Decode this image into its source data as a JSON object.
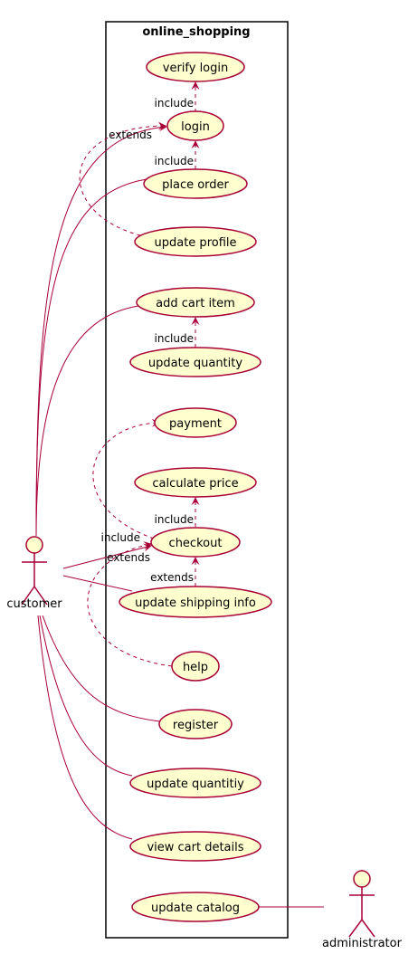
{
  "system": {
    "title": "online_shopping"
  },
  "actors": {
    "customer": "customer",
    "administrator": "administrator"
  },
  "usecases": {
    "verify_login": "verify login",
    "login": "login",
    "place_order": "place order",
    "update_profile": "update profile",
    "add_cart_item": "add cart item",
    "update_quantity": "update quantity",
    "payment": "payment",
    "calculate_price": "calculate price",
    "checkout": "checkout",
    "update_shipping_info": "update shipping info",
    "help": "help",
    "register": "register",
    "update_quantitiy": "update quantitiy",
    "view_cart_details": "view cart details",
    "update_catalog": "update catalog"
  },
  "labels": {
    "include": "include",
    "extends": "extends"
  },
  "colors": {
    "usecase_fill": "#fefece",
    "line": "#a80036",
    "system_border": "#000000"
  }
}
